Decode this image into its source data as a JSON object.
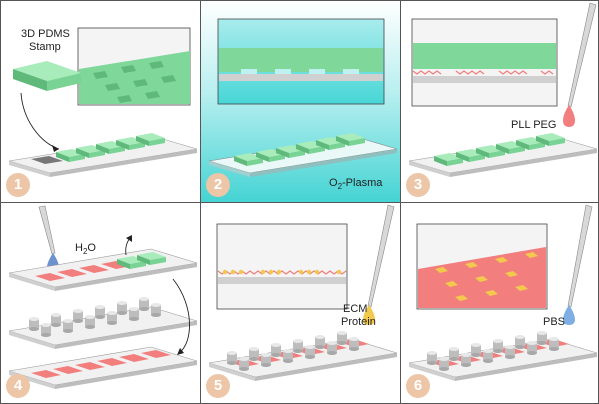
{
  "panels": [
    {
      "number": "1",
      "label_line1": "3D PDMS",
      "label_line2": "Stamp"
    },
    {
      "number": "2",
      "label_prefix": "O",
      "label_sub": "2",
      "label_suffix": "-Plasma"
    },
    {
      "number": "3",
      "label": "PLL PEG"
    },
    {
      "number": "4",
      "label_prefix": "H",
      "label_sub": "2",
      "label_suffix": "O"
    },
    {
      "number": "5",
      "label_line1": "ECM",
      "label_line2": "Protein"
    },
    {
      "number": "6",
      "label": "PBS"
    }
  ],
  "colors": {
    "stamp_green": "#7fd89a",
    "cyan": "#43d3d3",
    "pink": "#f27e7e",
    "yellow": "#f2c94c",
    "glass": "#d9d9d9",
    "badge": "#ecc6a7"
  }
}
